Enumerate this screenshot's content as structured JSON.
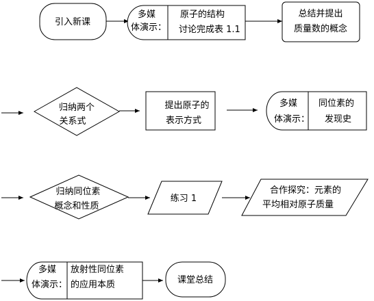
{
  "flowchart": {
    "intro_new_lesson": "引入新课",
    "multimedia_1": {
      "line1": "多媒",
      "line2": "体演示："
    },
    "atom_structure_table": {
      "line1": "原子的结构",
      "line2": "讨论完成表 1.1"
    },
    "mass_number_concept": {
      "line1": "总结并提出",
      "line2": "质量数的概念"
    },
    "two_relations": {
      "line1": "归纳两个",
      "line2": "关系式"
    },
    "atom_notation": {
      "line1": "提出原子的",
      "line2": "表示方式"
    },
    "multimedia_2": {
      "line1": "多媒",
      "line2": "体演示："
    },
    "isotope_history": {
      "line1": "同位素的",
      "line2": "发现史"
    },
    "isotope_concept": {
      "line1": "归纳同位素",
      "line2": "概念和性质"
    },
    "exercise": "练习 1",
    "cooperative_inquiry": {
      "line1": "合作探究：元素的",
      "line2": "平均相对原子质量"
    },
    "multimedia_3": {
      "line1": "多媒",
      "line2": "体演示："
    },
    "radioactive_isotope": {
      "line1": "放射性同位素",
      "line2": "的应用本质"
    },
    "lesson_summary": "课堂总结"
  }
}
